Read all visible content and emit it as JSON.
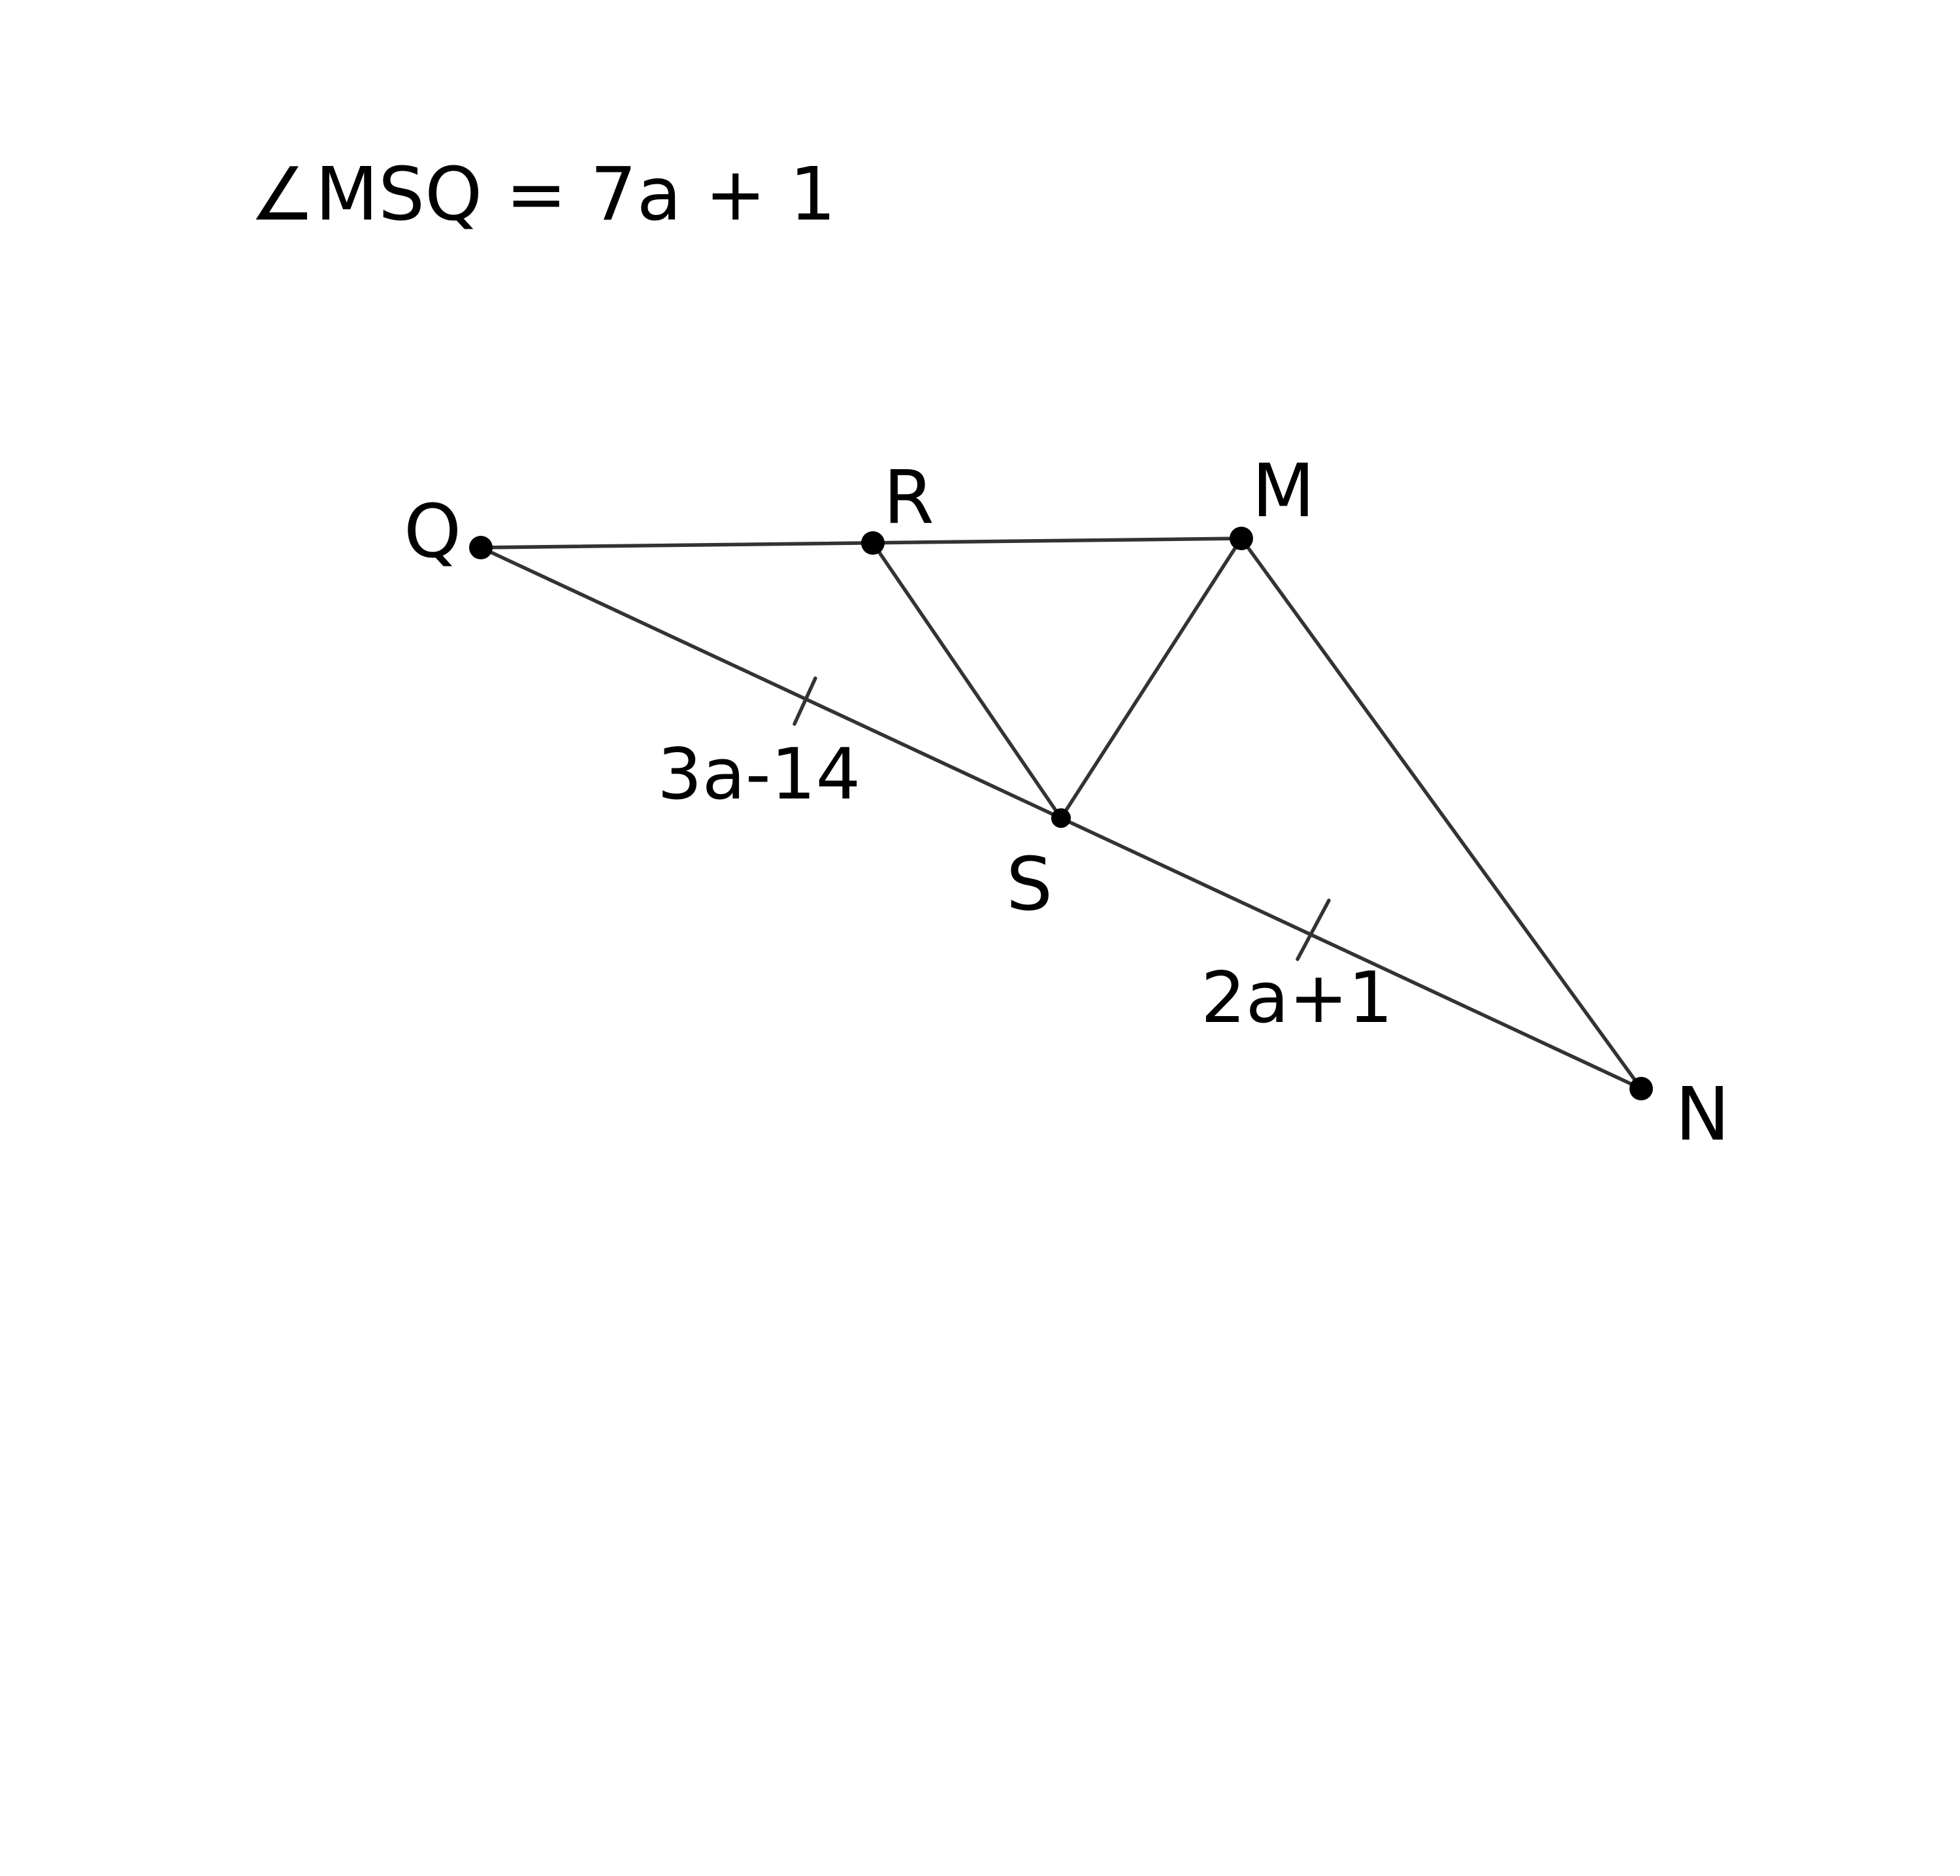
{
  "caption": "∠MSQ = 7a + 1",
  "points": {
    "Q": "Q",
    "R": "R",
    "M": "M",
    "S": "S",
    "N": "N"
  },
  "segments": [
    "QM",
    "QN",
    "RS",
    "MS",
    "MN"
  ],
  "measures": {
    "QS": "3a-14",
    "SN": "2a+1"
  },
  "colors": {
    "line": "#333333",
    "point": "#000000"
  }
}
